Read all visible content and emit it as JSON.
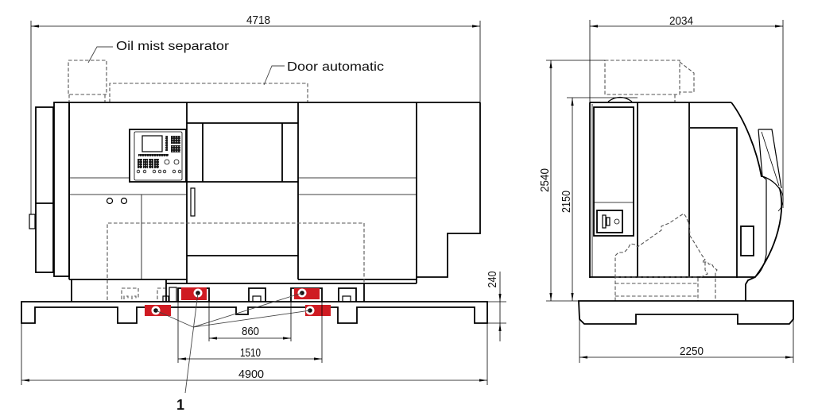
{
  "colors": {
    "outline": "#000000",
    "hidden_line": "#555555",
    "leveling_pad": "#cf1b22",
    "background": "#ffffff"
  },
  "front_view": {
    "callouts": {
      "oil_mist_separator": "Oil mist separator",
      "door_automatic": "Door automatic",
      "leveling_pads_item": "1"
    },
    "dimensions": {
      "overall_width": "4718",
      "base_width": "4900",
      "pad_outer_spacing": "1510",
      "pad_inner_spacing": "860",
      "base_height": "240"
    },
    "leveling_pad_count": 4
  },
  "side_view": {
    "dimensions": {
      "overall_depth": "2034",
      "overall_height": "2540",
      "machine_height": "2150",
      "base_depth": "2250"
    }
  }
}
